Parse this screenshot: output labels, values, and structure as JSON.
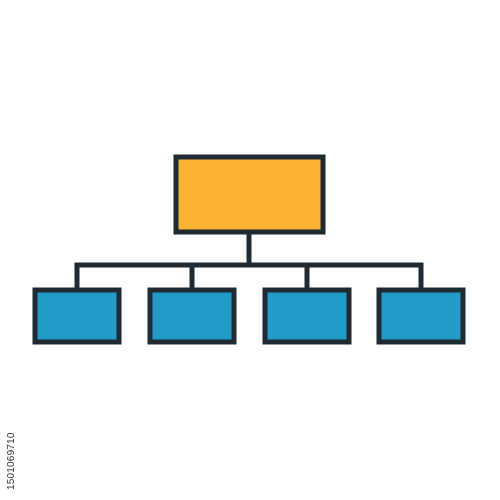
{
  "diagram": {
    "type": "hierarchy-org-chart-icon",
    "root": {
      "name": "root-node",
      "fill": "#FCB233"
    },
    "children": [
      {
        "name": "child-node-1",
        "fill": "#239BC8"
      },
      {
        "name": "child-node-2",
        "fill": "#239BC8"
      },
      {
        "name": "child-node-3",
        "fill": "#239BC8"
      },
      {
        "name": "child-node-4",
        "fill": "#239BC8"
      }
    ],
    "stroke_color": "#1F2A32",
    "background": "#FFFFFF"
  },
  "watermark": {
    "id_text": "1501069710"
  }
}
